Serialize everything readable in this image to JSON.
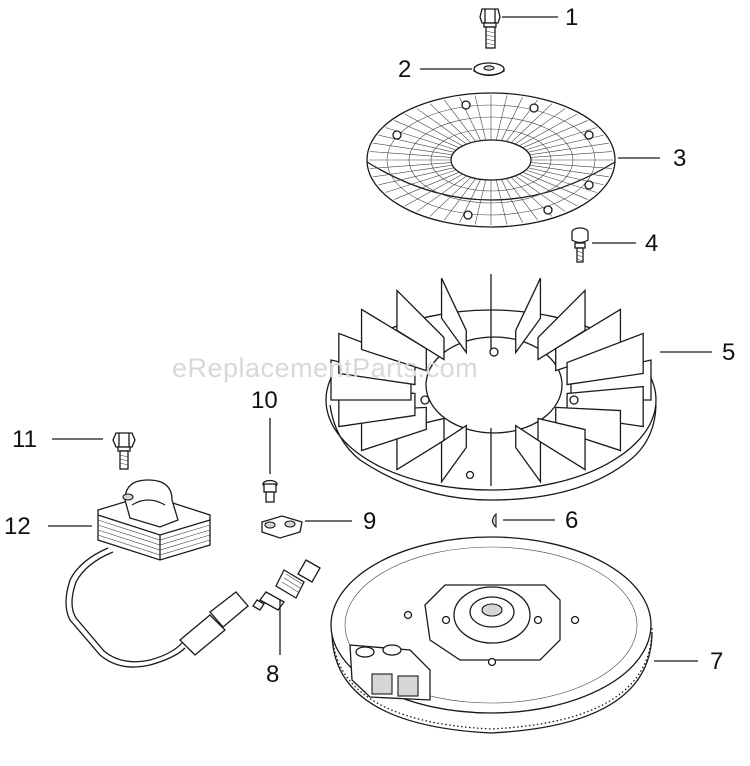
{
  "watermark": "eReplacementParts.com",
  "callouts": [
    {
      "id": "1",
      "label": "1"
    },
    {
      "id": "2",
      "label": "2"
    },
    {
      "id": "3",
      "label": "3"
    },
    {
      "id": "4",
      "label": "4"
    },
    {
      "id": "5",
      "label": "5"
    },
    {
      "id": "6",
      "label": "6"
    },
    {
      "id": "7",
      "label": "7"
    },
    {
      "id": "8",
      "label": "8"
    },
    {
      "id": "9",
      "label": "9"
    },
    {
      "id": "10",
      "label": "10"
    },
    {
      "id": "11",
      "label": "11"
    },
    {
      "id": "12",
      "label": "12"
    }
  ],
  "parts": [
    {
      "number": "1",
      "icon": "bolt-icon"
    },
    {
      "number": "2",
      "icon": "washer-icon"
    },
    {
      "number": "3",
      "icon": "screen-disc-icon"
    },
    {
      "number": "4",
      "icon": "screw-icon"
    },
    {
      "number": "5",
      "icon": "fan-icon"
    },
    {
      "number": "6",
      "icon": "key-icon"
    },
    {
      "number": "7",
      "icon": "flywheel-icon"
    },
    {
      "number": "8",
      "icon": "spark-plug-icon"
    },
    {
      "number": "9",
      "icon": "clip-icon"
    },
    {
      "number": "10",
      "icon": "screw-icon"
    },
    {
      "number": "11",
      "icon": "bolt-icon"
    },
    {
      "number": "12",
      "icon": "ignition-module-icon"
    }
  ],
  "colors": {
    "line": "#1a1a1a",
    "fill": "#ffffff",
    "shade": "#cfcfcf",
    "watermark": "#d8d8d8"
  }
}
